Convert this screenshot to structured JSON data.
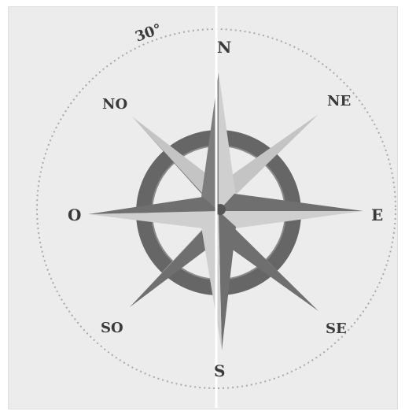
{
  "compass": {
    "angle_label": "30°",
    "north": "N",
    "northeast": "NE",
    "east": "E",
    "southeast": "SE",
    "south": "S",
    "southwest": "SO",
    "west": "O",
    "northwest": "NO"
  },
  "colors": {
    "background": "#ececec",
    "star_dark": "#6f6f6f",
    "star_light": "#bdbdbd",
    "ring": "#5a5a5a",
    "outer_circle": "#9c9c9c",
    "labels": "#3a3a3a"
  }
}
